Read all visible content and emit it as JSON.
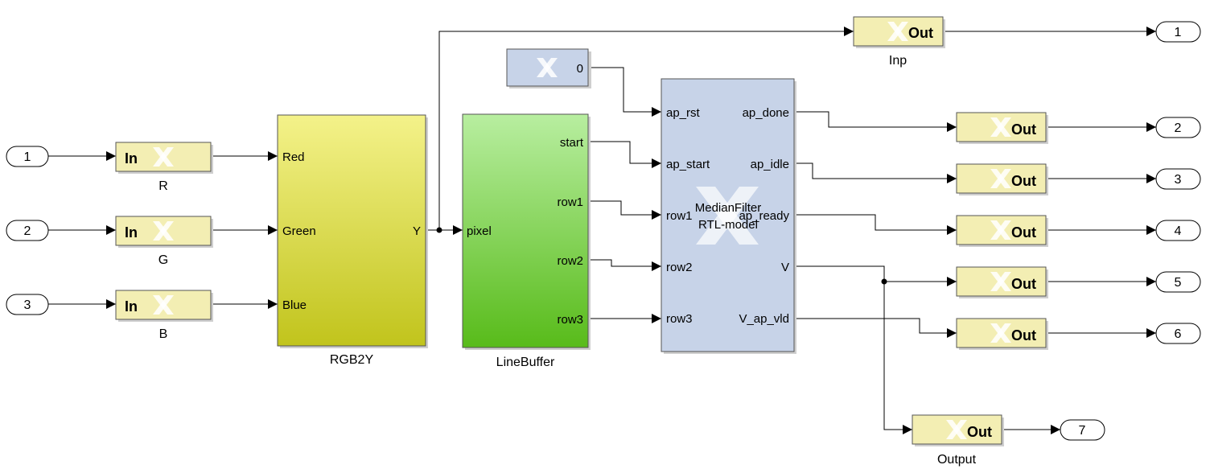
{
  "inports": [
    {
      "number": "1",
      "gateway_label": "In",
      "name": "R"
    },
    {
      "number": "2",
      "gateway_label": "In",
      "name": "G"
    },
    {
      "number": "3",
      "gateway_label": "In",
      "name": "B"
    }
  ],
  "rgb2y": {
    "name": "RGB2Y",
    "inputs": [
      "Red",
      "Green",
      "Blue"
    ],
    "output": "Y"
  },
  "linebuffer": {
    "name": "LineBuffer",
    "input": "pixel",
    "outputs": [
      "start",
      "row1",
      "row2",
      "row3"
    ]
  },
  "constant": {
    "value": "0"
  },
  "medianfilter": {
    "title_line1": "MedianFilter",
    "title_line2": "RTL-model",
    "inputs": [
      "ap_rst",
      "ap_start",
      "row1",
      "row2",
      "row3"
    ],
    "outputs": [
      "ap_done",
      "ap_idle",
      "ap_ready",
      "V",
      "V_ap_vld"
    ]
  },
  "gateway_outs": [
    {
      "label": "Out",
      "name": "Inp",
      "outport": "1"
    },
    {
      "label": "Out",
      "name": "",
      "outport": "2"
    },
    {
      "label": "Out",
      "name": "",
      "outport": "3"
    },
    {
      "label": "Out",
      "name": "",
      "outport": "4"
    },
    {
      "label": "Out",
      "name": "",
      "outport": "5"
    },
    {
      "label": "Out",
      "name": "",
      "outport": "6"
    },
    {
      "label": "Out",
      "name": "Output",
      "outport": "7"
    }
  ],
  "colors": {
    "gateway_fill": "#f3eeb3",
    "constant_fill": "#c7d3e8",
    "median_fill": "#c7d3e8",
    "rgb2y_top": "#f4f28a",
    "rgb2y_bottom": "#c1c41c",
    "linebuffer_top": "#b8eea0",
    "linebuffer_bottom": "#58bb1a"
  }
}
